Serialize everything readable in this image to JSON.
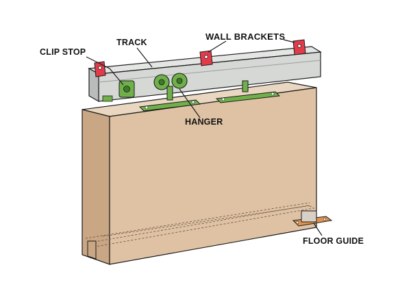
{
  "labels": {
    "clip_stop": "CLIP STOP",
    "track": "TRACK",
    "wall_brackets": "WALL BRACKETS",
    "hanger": "HANGER",
    "floor_guide": "FLOOR GUIDE"
  },
  "colors": {
    "door": "#dfc2a4",
    "door_side": "#c9a684",
    "door_top": "#ead7c2",
    "track": "#d6d8d6",
    "track_shade": "#b9bcba",
    "bracket": "#e23b4a",
    "hardware": "#6fb04a",
    "hardware_dark": "#3f7a2a",
    "guide": "#e0934c",
    "line": "#1a1a1a"
  },
  "icons": {
    "clip_stop": "clip-stop-icon",
    "hanger": "hanger-roller-icon",
    "floor_guide": "floor-guide-icon",
    "bracket": "wall-bracket-icon"
  }
}
